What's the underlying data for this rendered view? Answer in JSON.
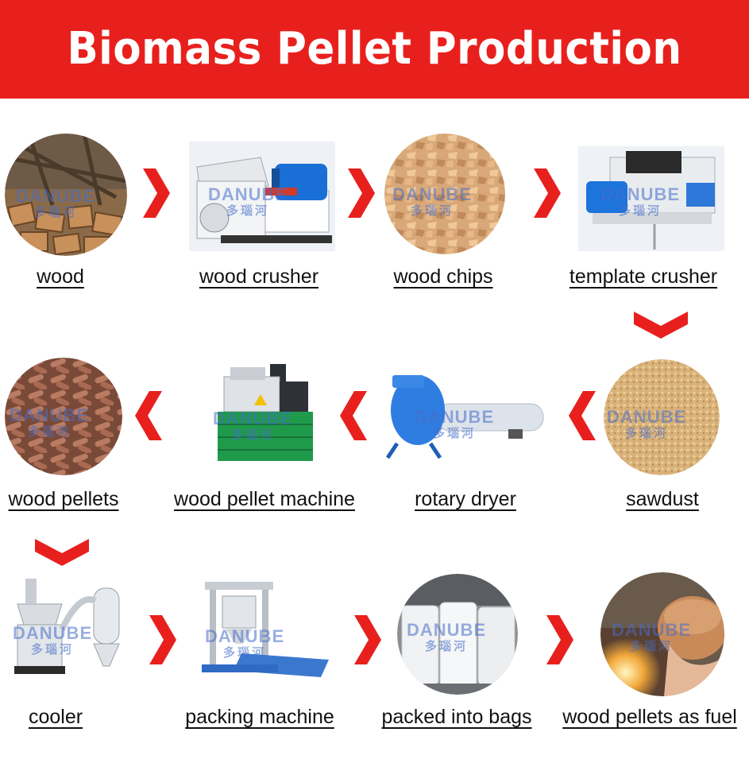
{
  "title": "Biomass Pellet Production Line",
  "watermark": {
    "brand": "DANUBE",
    "cn": "多瑙河"
  },
  "steps": [
    {
      "label": "wood"
    },
    {
      "label": "wood crusher"
    },
    {
      "label": "wood chips"
    },
    {
      "label": "template crusher"
    },
    {
      "label": "sawdust"
    },
    {
      "label": "rotary dryer"
    },
    {
      "label": "wood pellet machine"
    },
    {
      "label": "wood pellets"
    },
    {
      "label": "cooler"
    },
    {
      "label": "packing machine"
    },
    {
      "label": "packed into bags"
    },
    {
      "label": "wood pellets as fuel"
    }
  ],
  "colors": {
    "banner": "#e8201d",
    "arrow": "#e8201d"
  },
  "arrow_icon": "chevron-icon"
}
